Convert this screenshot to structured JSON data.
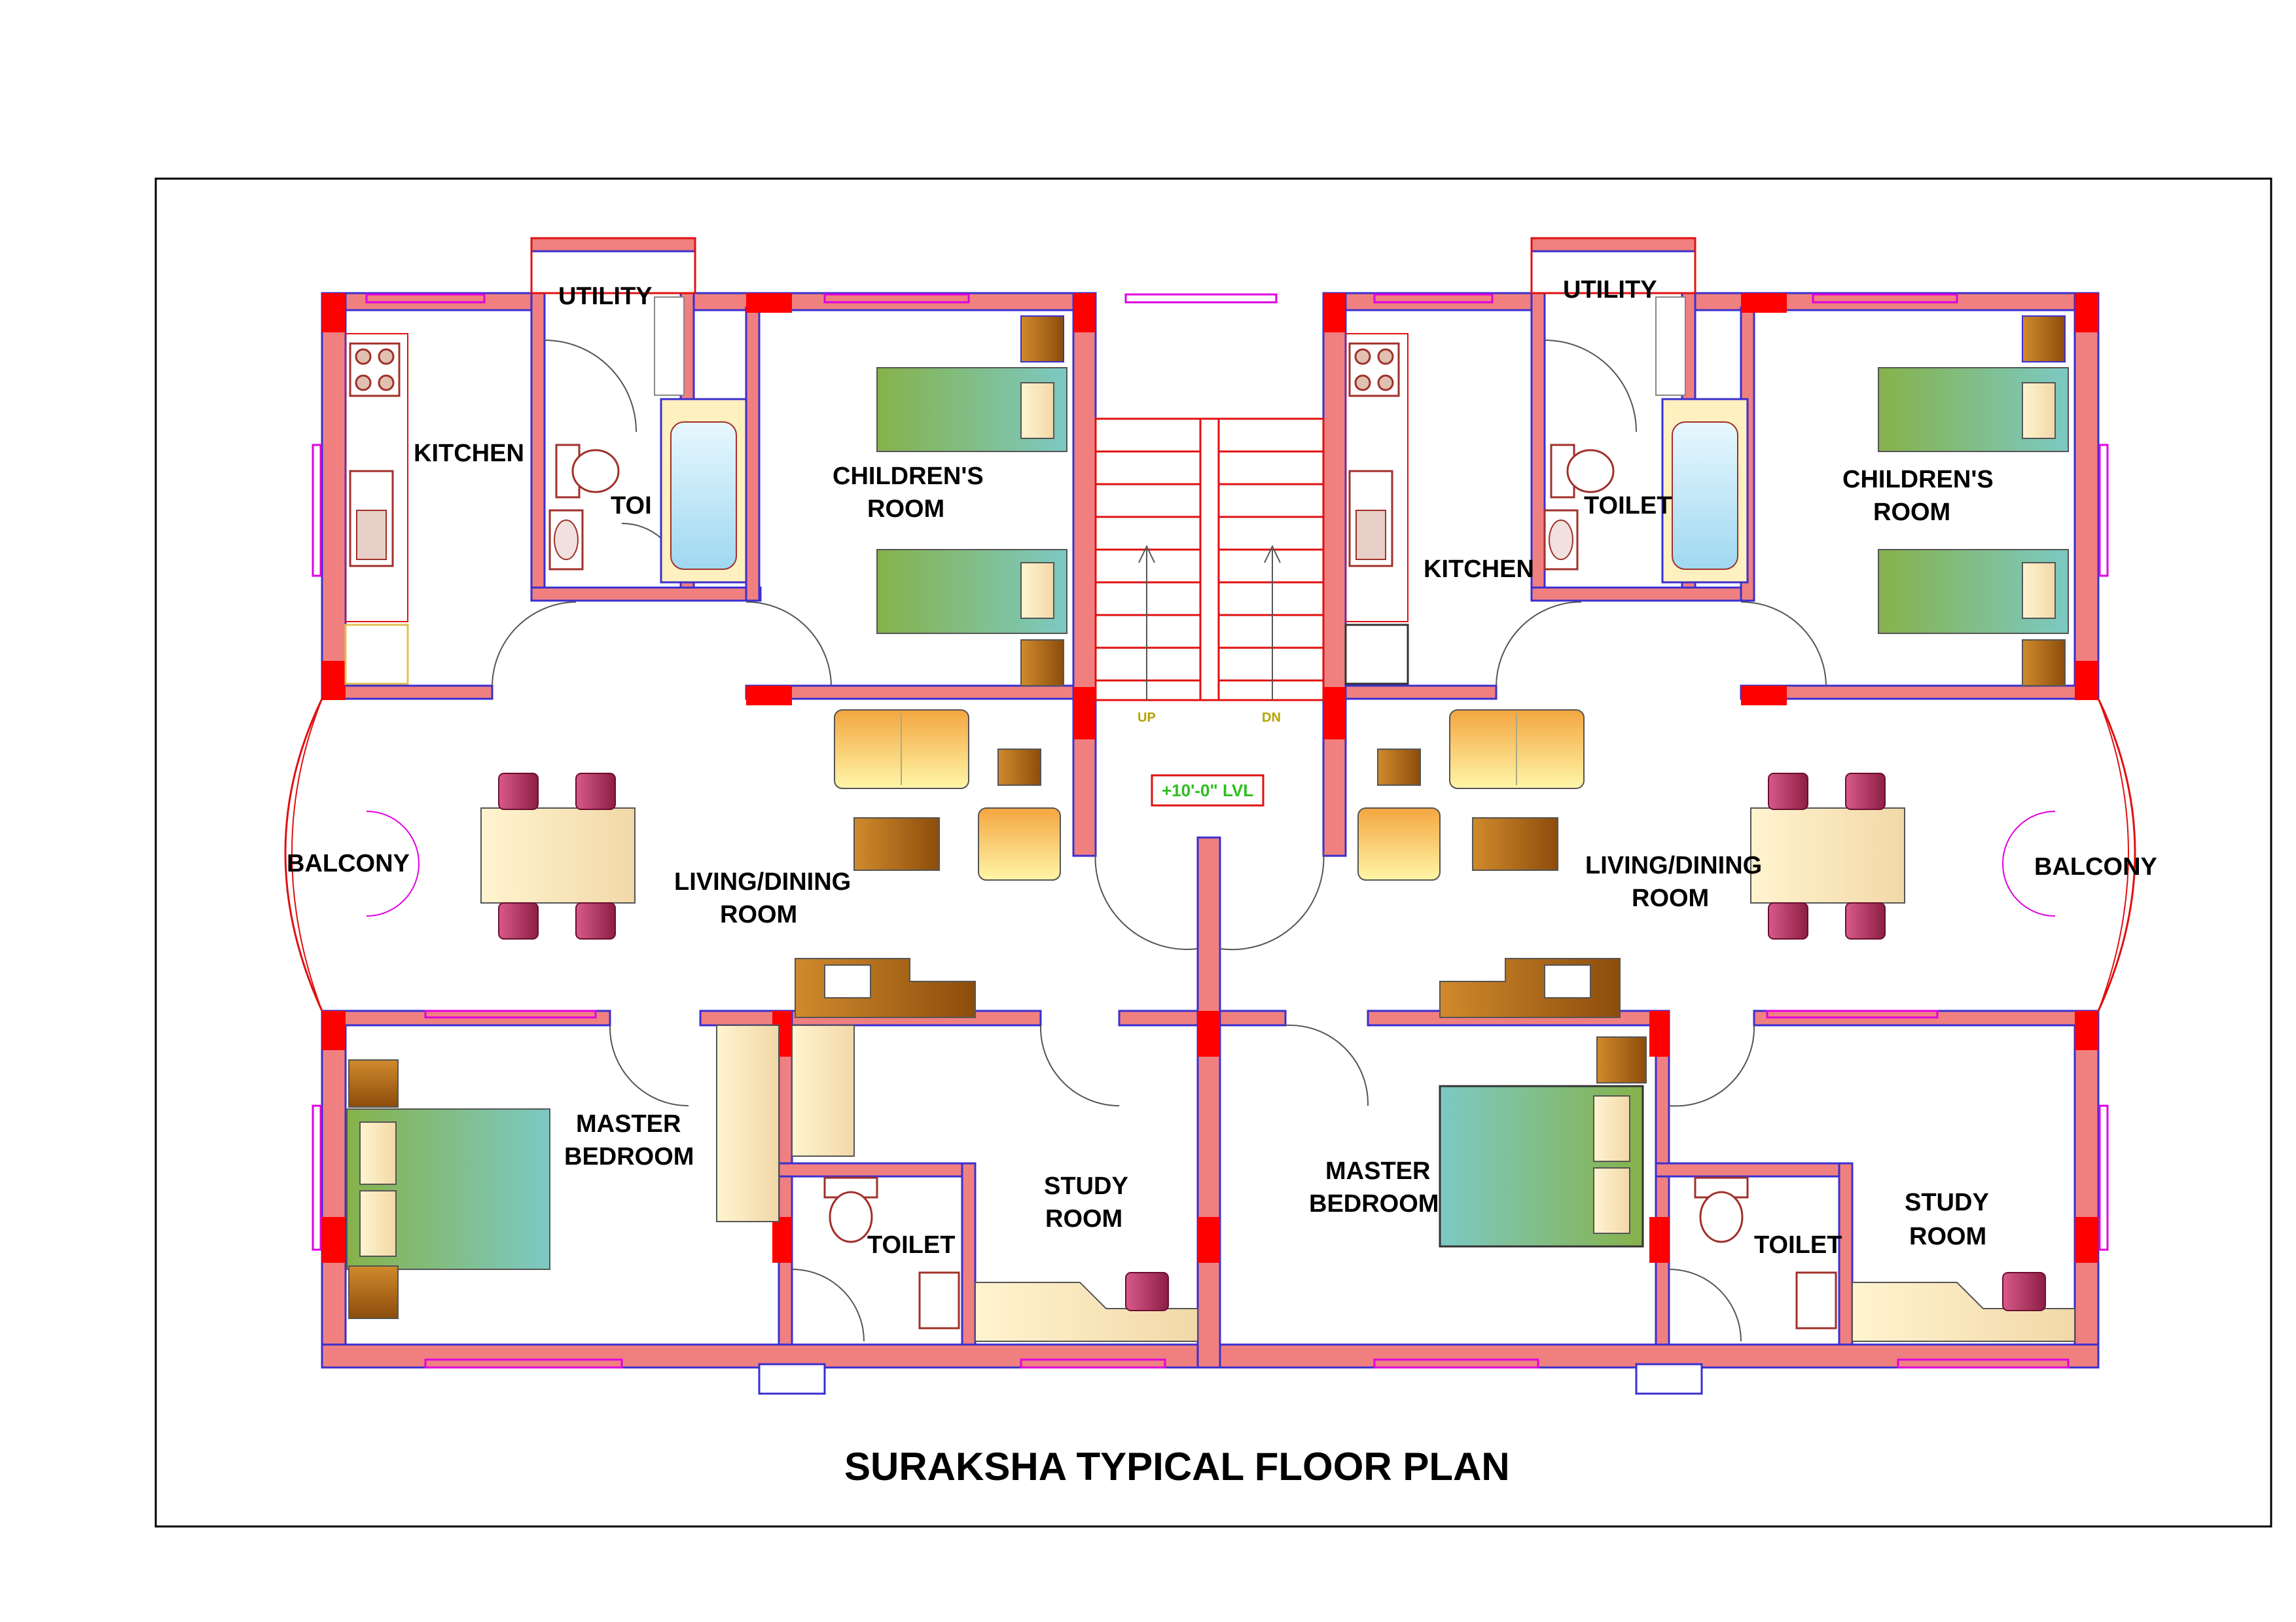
{
  "title": "SURAKSHA TYPICAL FLOOR PLAN",
  "level_tag": "+10'-0\" LVL",
  "stair": {
    "up": "UP",
    "down": "DN"
  },
  "left_unit": {
    "utility": "UTILITY",
    "kitchen": "KITCHEN",
    "toilet_top": "TOI",
    "childrens_room": [
      "CHILDREN'S",
      "ROOM"
    ],
    "balcony": "BALCONY",
    "living_dining": [
      "LIVING/DINING",
      "ROOM"
    ],
    "master_bedroom": [
      "MASTER",
      "BEDROOM"
    ],
    "toilet_bottom": "TOILET",
    "study_room": [
      "STUDY",
      "ROOM"
    ]
  },
  "right_unit": {
    "utility": "UTILITY",
    "kitchen": "KITCHEN",
    "toilet_top": "TOILET",
    "childrens_room": [
      "CHILDREN'S",
      "ROOM"
    ],
    "balcony": "BALCONY",
    "living_dining": [
      "LIVING/DINING",
      "ROOM"
    ],
    "master_bedroom": [
      "MASTER",
      "BEDROOM"
    ],
    "toilet_bottom": "TOILET",
    "study_room": [
      "STUDY",
      "ROOM"
    ]
  },
  "colors": {
    "wall": "#f08080",
    "wall_edge": "#3a2fd0",
    "column": "#ff0000",
    "window": "#e000e0",
    "stair": "#e01010",
    "wood": "#b06a18",
    "bed_green": "#7fb04a",
    "chair": "#b02a58"
  }
}
